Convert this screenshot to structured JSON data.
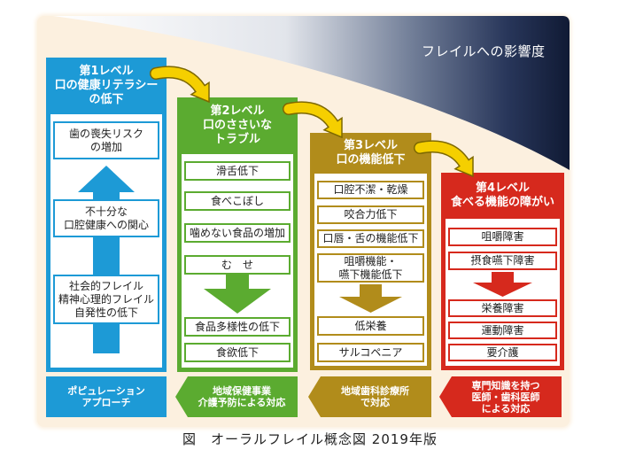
{
  "impact_label": "フレイルへの影響度",
  "colors": {
    "background": "#fcf0df",
    "impact_dark": "#101a34",
    "connector": "#f5cf00"
  },
  "levels": [
    {
      "header": "第1レベル\n口の健康リテラシー\nの低下",
      "color": "#1d9ad6",
      "items": [
        "歯の喪失リスク\nの増加",
        "不十分な\n口腔健康への関心",
        "社会的フレイル\n精神心理的フレイル\n自発性の低下"
      ]
    },
    {
      "header": "第2レベル\n口のささいな\nトラブル",
      "color": "#5bab30",
      "upper_items": [
        "滑舌低下",
        "食べこぼし",
        "噛めない食品の増加",
        "む　せ"
      ],
      "lower_items": [
        "食品多様性の低下",
        "食欲低下"
      ]
    },
    {
      "header": "第3レベル\n口の機能低下",
      "color": "#b18c1b",
      "upper_items": [
        "口腔不潔・乾燥",
        "咬合力低下",
        "口唇・舌の機能低下",
        "咀嚼機能・\n嚥下機能低下"
      ],
      "lower_items": [
        "低栄養",
        "サルコペニア"
      ]
    },
    {
      "header": "第4レベル\n食べる機能の障がい",
      "color": "#d6291d",
      "upper_items": [
        "咀嚼障害",
        "摂食嚥下障害"
      ],
      "lower_items": [
        "栄養障害",
        "運動障害",
        "要介護"
      ]
    }
  ],
  "approaches": [
    {
      "label": "ポピュレーション\nアプローチ",
      "color": "#1d9ad6"
    },
    {
      "label": "地域保健事業\n介護予防による対応",
      "color": "#5bab30"
    },
    {
      "label": "地域歯科診療所\nで対応",
      "color": "#b18c1b"
    },
    {
      "label": "専門知識を持つ\n医師・歯科医師\nによる対応",
      "color": "#d6291d"
    }
  ],
  "caption": "図　オーラルフレイル概念図 2019年版"
}
